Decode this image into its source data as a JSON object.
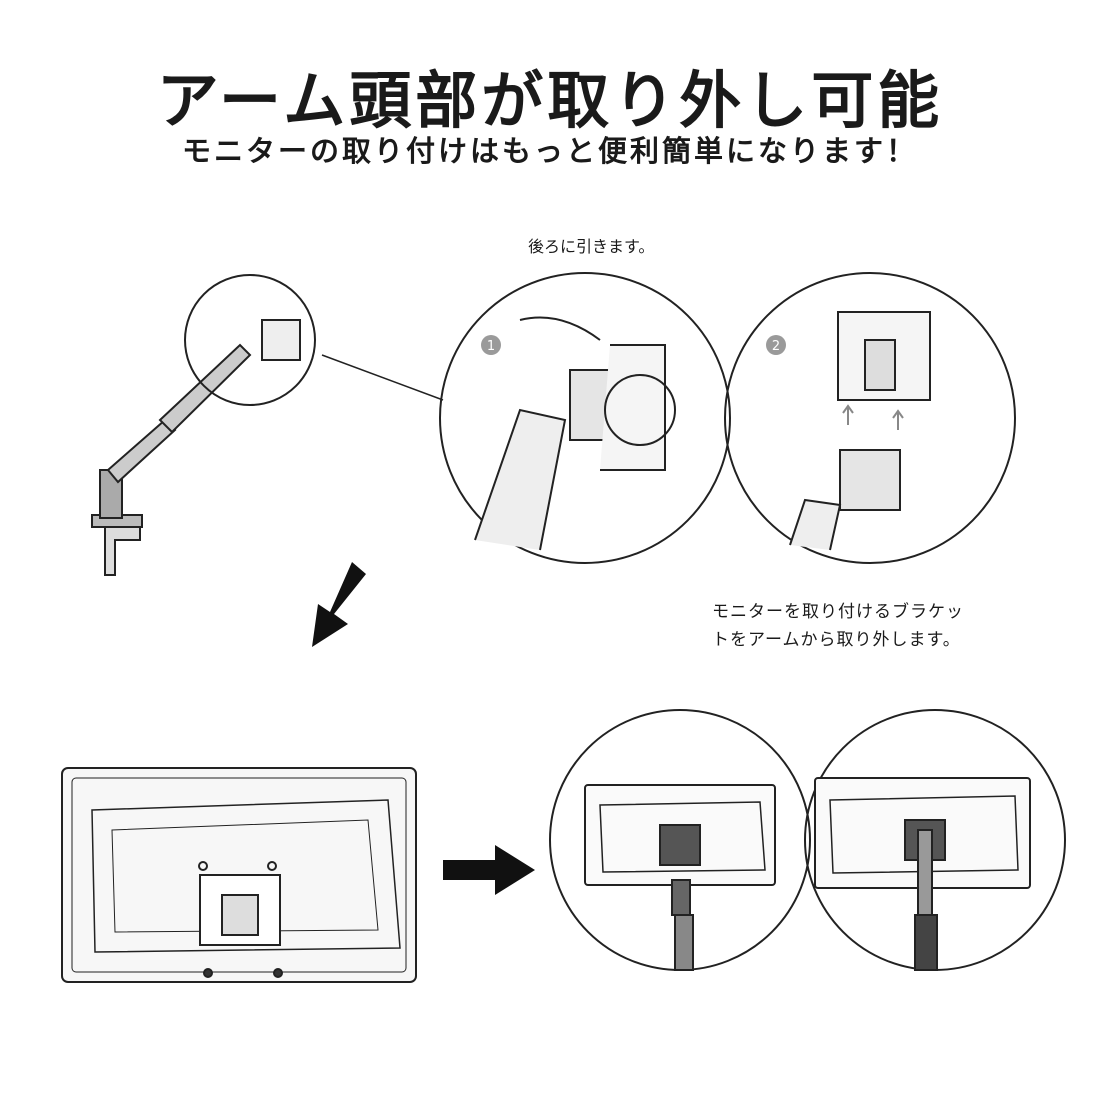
{
  "header": {
    "title": "アーム頭部が取り外し可能",
    "subtitle": "モニターの取り付けはもっと便利簡単になります！"
  },
  "steps": {
    "step1_caption": "後ろに引きます。",
    "step1_badge": "1",
    "step2_badge": "2",
    "step2_caption_line1": "モニターを取り付けるブラケッ",
    "step2_caption_line2": "トをアームから取り外します。"
  },
  "colors": {
    "text": "#1a1a1a",
    "line": "#222222",
    "badge": "#9a9a9a",
    "arrow": "#111111"
  }
}
